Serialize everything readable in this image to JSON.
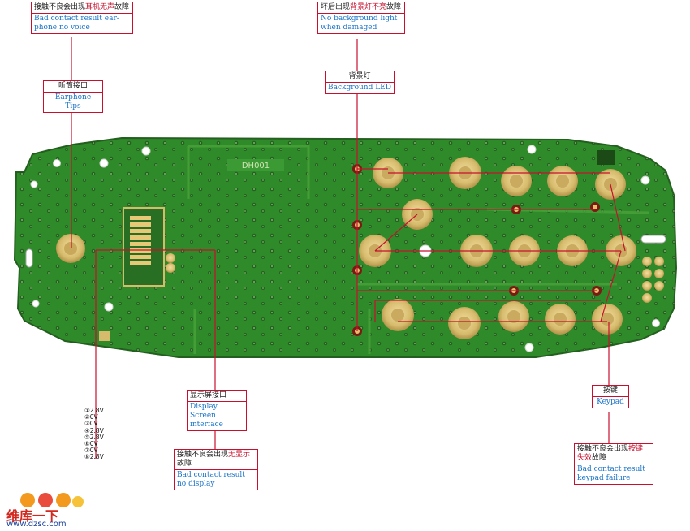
{
  "callouts": {
    "earphone_fault": {
      "cn_a": "接触不良会出现",
      "cn_b": "耳机无声",
      "cn_c": "故障",
      "en": "Bad contact result ear-phone no voice"
    },
    "earphone_tips": {
      "cn": "听筒接口",
      "en": "Earphone Tips"
    },
    "backlight_fault": {
      "cn_a": "坏后出现",
      "cn_b": "背景灯不亮",
      "cn_c": "故障",
      "en": "No background light when damaged"
    },
    "background_led": {
      "cn": "背景灯",
      "en": "Background LED"
    },
    "display_interface": {
      "cn": "显示屏接口",
      "en": "Display Screen interface"
    },
    "display_fault": {
      "cn_a": "接触不良会出现",
      "cn_b": "无显示",
      "cn_c": "故障",
      "en": "Bad contact result no display"
    },
    "keypad": {
      "cn": "按键",
      "en": "Keypad"
    },
    "keypad_fault": {
      "cn_a": "接触不良会出现",
      "cn_b": "按键失效",
      "cn_c": "故障",
      "en": "Bad contact result keypad failure"
    }
  },
  "voltages": [
    "①2.8V",
    "②0V",
    "③0V",
    "④2.8V",
    "⑤2.8V",
    "⑥0V",
    "⑦0V",
    "⑧2.8V"
  ],
  "board_label": "DH001",
  "watermark": {
    "name": "维库一下",
    "url": "www.dzsc.com"
  },
  "colors": {
    "board": "#2f8a2a",
    "pad": "#d8c078",
    "line": "#c8102e"
  }
}
